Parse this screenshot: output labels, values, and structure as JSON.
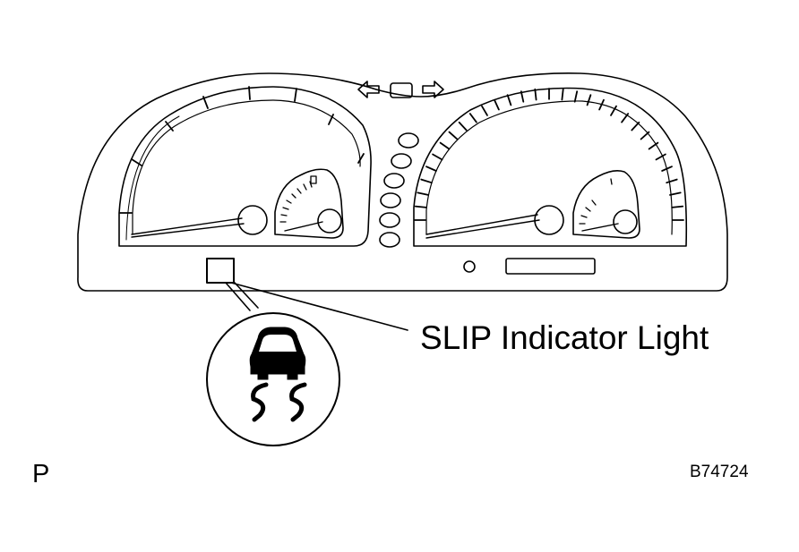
{
  "callout": {
    "label": "SLIP Indicator Light"
  },
  "corner_left": "P",
  "figure_code": "B74724",
  "icons": {
    "indicator": "slip-indicator-icon",
    "symbol": "skidding-car-icon",
    "arrows": [
      "left-turn-arrow-icon",
      "right-turn-arrow-icon"
    ]
  },
  "colors": {
    "line": "#000000",
    "background": "#ffffff"
  }
}
